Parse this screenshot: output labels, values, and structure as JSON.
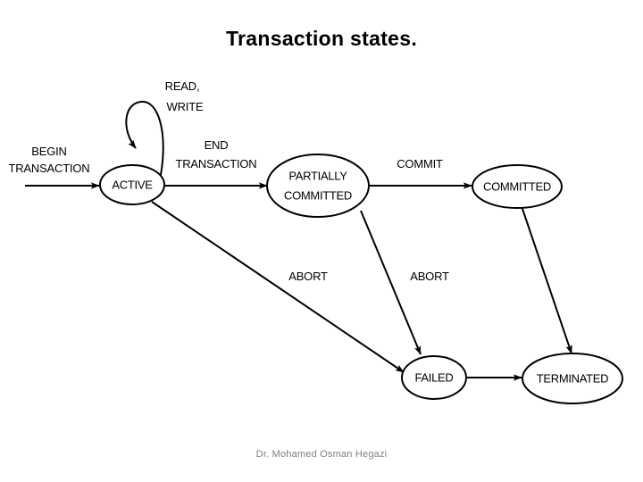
{
  "slide": {
    "title": "Transaction states.",
    "footer": "Dr. Mohamed Osman Hegazi",
    "background_color": "#ffffff",
    "ink_color": "#000000",
    "footer_color": "#808080"
  },
  "diagram": {
    "type": "state-transition-diagram",
    "states": [
      {
        "id": "active",
        "label": "ACTIVE",
        "label_line1": "ACTIVE",
        "label_line2": ""
      },
      {
        "id": "partially-committed",
        "label": "PARTIALLY COMMITTED",
        "label_line1": "PARTIALLY",
        "label_line2": "COMMITTED"
      },
      {
        "id": "committed",
        "label": "COMMITTED",
        "label_line1": "COMMITTED",
        "label_line2": ""
      },
      {
        "id": "failed",
        "label": "FAILED",
        "label_line1": "FAILED",
        "label_line2": ""
      },
      {
        "id": "terminated",
        "label": "TERMINATED",
        "label_line1": "TERMINATED",
        "label_line2": ""
      }
    ],
    "transitions": [
      {
        "id": "begin-transaction",
        "from": "",
        "to": "active",
        "label_line1": "BEGIN",
        "label_line2": "TRANSACTION"
      },
      {
        "id": "read-write",
        "from": "active",
        "to": "active",
        "label_line1": "READ,",
        "label_line2": "WRITE"
      },
      {
        "id": "end-transaction",
        "from": "active",
        "to": "partially-committed",
        "label_line1": "END",
        "label_line2": "TRANSACTION"
      },
      {
        "id": "commit",
        "from": "partially-committed",
        "to": "committed",
        "label_line1": "COMMIT",
        "label_line2": ""
      },
      {
        "id": "abort-active",
        "from": "active",
        "to": "failed",
        "label_line1": "ABORT",
        "label_line2": ""
      },
      {
        "id": "abort-partially",
        "from": "partially-committed",
        "to": "failed",
        "label_line1": "ABORT",
        "label_line2": ""
      },
      {
        "id": "failed-terminated",
        "from": "failed",
        "to": "terminated",
        "label_line1": "",
        "label_line2": ""
      },
      {
        "id": "committed-terminated",
        "from": "committed",
        "to": "terminated",
        "label_line1": "",
        "label_line2": ""
      }
    ]
  }
}
